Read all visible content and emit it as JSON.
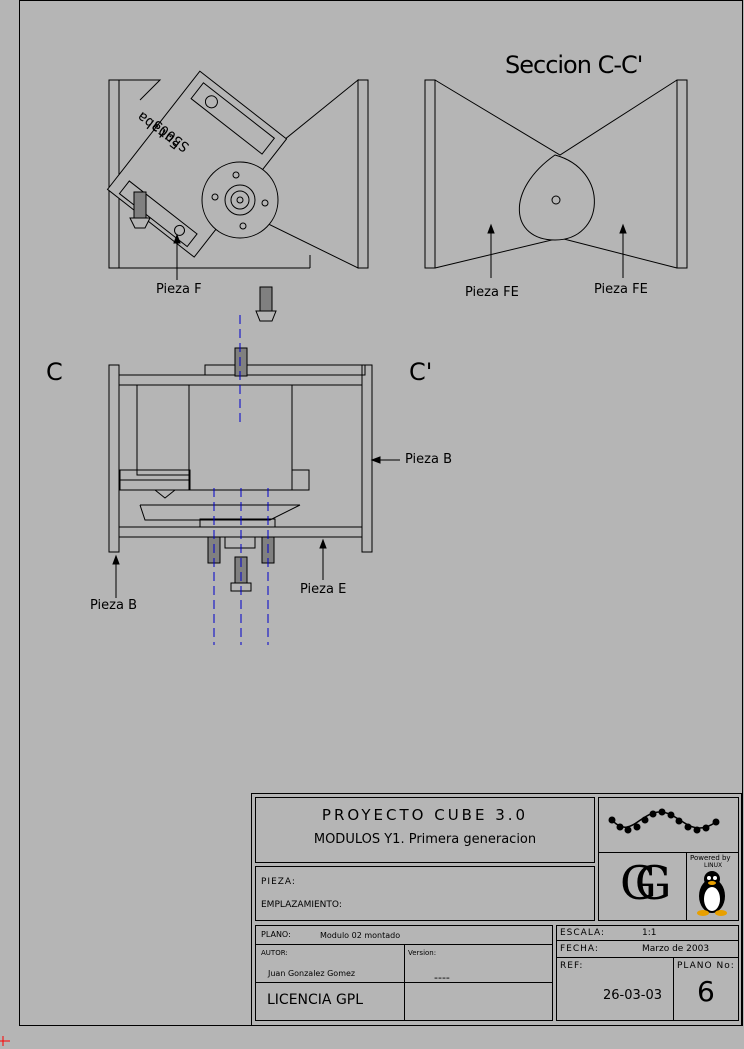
{
  "drawing": {
    "section_title": "Seccion C-C'",
    "marker_left": "C",
    "marker_right": "C'",
    "labels": {
      "pieza_f": "Pieza F",
      "pieza_fe_1": "Pieza FE",
      "pieza_fe_2": "Pieza FE",
      "pieza_b_right": "Pieza B",
      "pieza_b_left": "Pieza B",
      "pieza_e": "Pieza E"
    },
    "servo_text_1": "Futaba",
    "servo_text_2": "S3003"
  },
  "title_block": {
    "project": "PROYECTO CUBE 3.0",
    "subtitle": "MODULOS Y1. Primera generacion",
    "pieza_label": "PIEZA:",
    "emplazamiento_label": "EMPLAZAMIENTO:",
    "plano_label": "PLANO:",
    "plano_value": "Modulo 02 montado",
    "autor_label": "AUTOR:",
    "autor_value": "Juan Gonzalez Gomez",
    "version_label": "Version:",
    "version_value": "----",
    "license": "LICENCIA GPL",
    "escala_label": "ESCALA:",
    "escala_value": "1:1",
    "fecha_label": "FECHA:",
    "fecha_value": "Marzo de 2003",
    "ref_label": "REF:",
    "ref_value": "26-03-03",
    "plano_no_label": "PLANO No:",
    "plano_no_value": "6",
    "logo_letters": "GG",
    "powered_by": "Powered by",
    "linux": "LINUX"
  }
}
